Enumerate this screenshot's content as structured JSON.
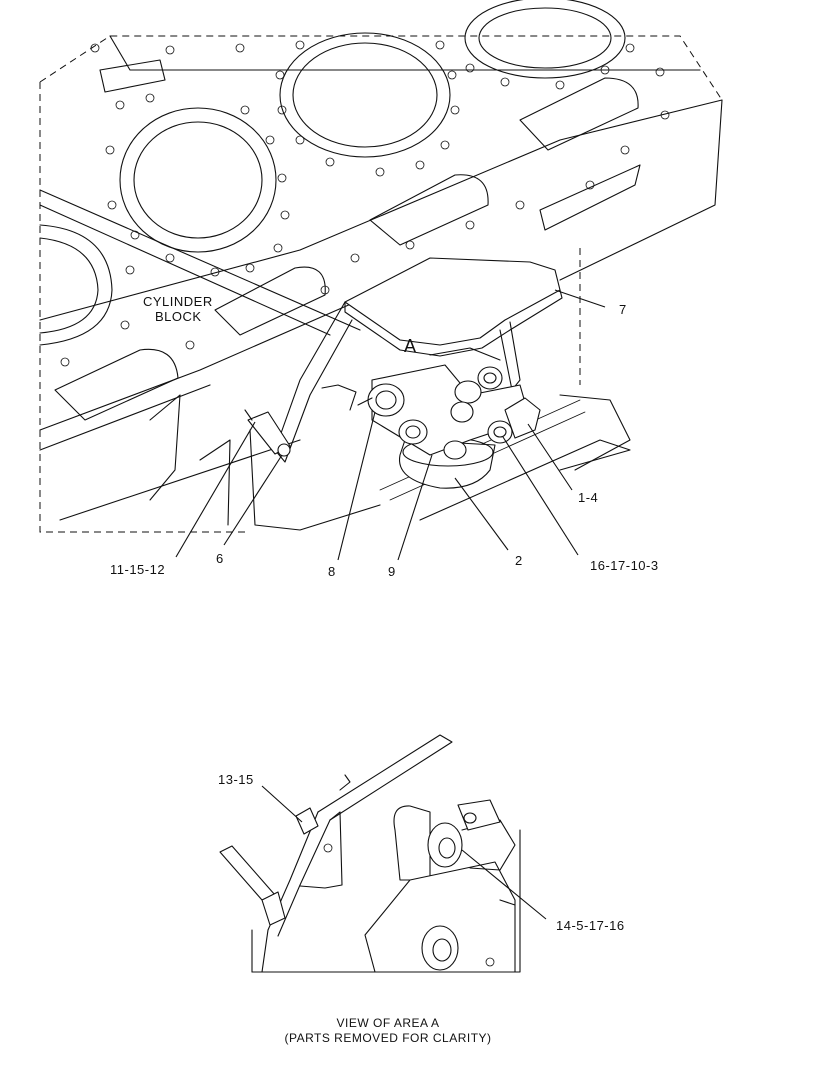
{
  "upper_view": {
    "label_cylinder_block_line1": "CYLINDER",
    "label_cylinder_block_line2": "BLOCK",
    "area_marker": "A",
    "callouts": [
      "7",
      "1-4",
      "11-15-12",
      "6",
      "8",
      "9",
      "2",
      "16-17-10-3"
    ]
  },
  "detail_view": {
    "callouts": [
      "13-15",
      "14-5-17-16"
    ],
    "caption_line1": "VIEW OF AREA  A",
    "caption_line2": "(PARTS REMOVED FOR CLARITY)"
  }
}
